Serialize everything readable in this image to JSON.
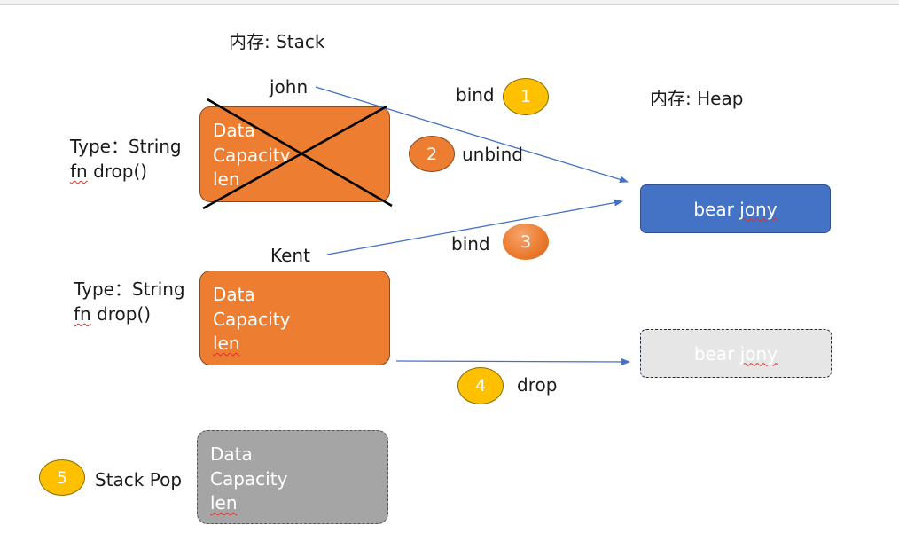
{
  "stack_title": "内存: Stack",
  "heap_title": "内存: Heap",
  "vars": {
    "john": "john",
    "kent": "Kent"
  },
  "types": [
    {
      "type_label": "Type：String",
      "fn_label": "fn",
      "fn_suffix": " drop()"
    },
    {
      "type_label": "Type：String",
      "fn_label": "fn",
      "fn_suffix": " drop()"
    }
  ],
  "stack_boxes": [
    {
      "data": "Data",
      "capacity": "Capacity",
      "len": "len"
    },
    {
      "data": "Data",
      "capacity": "Capacity",
      "len": "len"
    },
    {
      "data": "Data",
      "capacity": "Capacity",
      "len": "len"
    }
  ],
  "heap": [
    {
      "word1": "bear",
      "word2": "jony"
    },
    {
      "word1": "bear",
      "word2": "jony"
    }
  ],
  "steps": [
    {
      "num": "1",
      "label": "bind",
      "color": "#ffc000"
    },
    {
      "num": "2",
      "label": "unbind",
      "color": "#ed7d31"
    },
    {
      "num": "3",
      "label": "bind",
      "color": "#ed7d31"
    },
    {
      "num": "4",
      "label": "drop",
      "color": "#ffc000"
    },
    {
      "num": "5",
      "label": "Stack Pop",
      "color": "#ffc000"
    }
  ],
  "colors": {
    "stack_box": "#ed7d31",
    "popped_box": "#a5a5a5",
    "heap_live": "#4472c4",
    "heap_dropped": "#e6e6e6",
    "arrow": "#4472c4"
  }
}
